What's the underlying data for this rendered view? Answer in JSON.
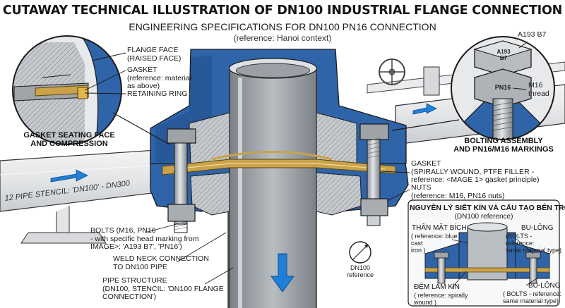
{
  "header": {
    "title": "CUTAWAY TECHNICAL ILLUSTRATION OF DN100 INDUSTRIAL FLANGE CONNECTION",
    "subtitle": "ENGINEERING SPECIFICATIONS FOR DN100 PN16 CONNECTION",
    "reference": "(reference: Hanoi context)"
  },
  "left_detail": {
    "flange_face": "FLANGE FACE\n(RAISED FACE)",
    "gasket": "GASKET\n(reference: material\nas above)",
    "retaining_ring": "RETAINING RING",
    "caption": "GASKET SEATING FACE\nAND COMPRESSION"
  },
  "right_detail": {
    "bolt_head_marking": "A193\nB7",
    "nut_marking": "PN16",
    "a193_label": "A193 B7",
    "m16_label": "M16\nthread",
    "caption": "BOLTING ASSEMBLY\nAND PN16/M16 MARKINGS"
  },
  "pipe_stencil": "12 PIPE STENCIL: 'DN100' - DN300",
  "callouts": {
    "gasket": "GASKET\n(SPIRALLY WOUND, PTFE FILLER -\nreference: <MAGE 1> gasket principle)",
    "nuts": "NUTS\n(reference: M16, PN16 nuts)",
    "bolts": "BOLTS (M16, PN16\n- with specific head marking from\nIMAGE>: 'A193 B7', 'PN16')",
    "weld_neck": "WELD NECK CONNECTION\nTO DN100 PIPE",
    "pipe_structure": "PIPE STRUCTURE\n(DN100, STENCIL: 'DN100 FLANGE CONNECTION')",
    "dn100_ref": "DN100\nreference"
  },
  "inset": {
    "title": "NGUYÊN LÝ SIẾT KÍN VÀ CẤU TẠO BÊN TRONG",
    "subtitle": "(DN100 reference)",
    "than_mat_bich": "THÂN MẶT BÍCH",
    "than_mat_bich_ref": "( reference: blue cast\niron )",
    "bu_long_top": "BU-LÔNG",
    "bu_long_top_ref": "(BOLTS - reference:\nsame material type)",
    "dem_lam_kin": "ĐỆM LÀM KÍN",
    "dem_lam_kin_ref": "( reference: spirally\nwound )",
    "bu_long_bottom": "BU-LÔNG",
    "bu_long_bottom_ref": "( BOLTS - reference:\nsame material type)"
  },
  "colors": {
    "flange_blue": "#2f64a8",
    "flange_blue_dark": "#1f4a85",
    "steel": "#bfc3c7",
    "steel_dark": "#8b9095",
    "gasket_gold": "#c9a24a",
    "arrow_blue": "#1f7fd6",
    "outline": "#1a1a1a"
  }
}
